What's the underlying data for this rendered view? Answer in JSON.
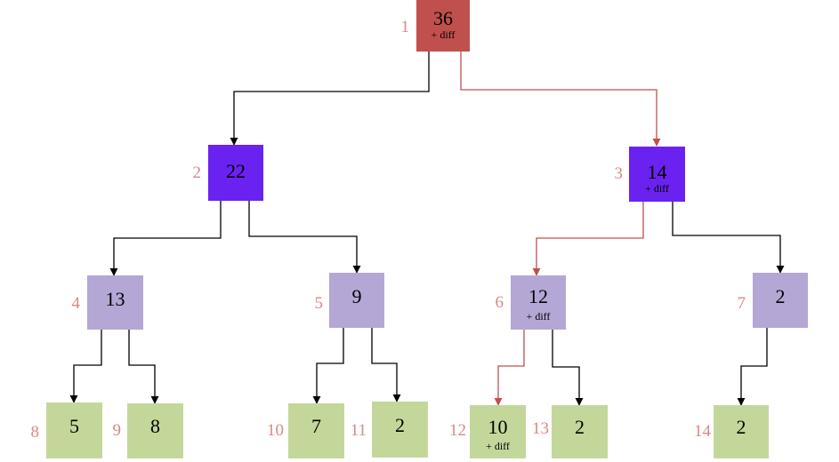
{
  "colors": {
    "root": "#c0504d",
    "level1": "#6a22f0",
    "level2": "#b4a7d6",
    "leaf": "#c4d79b",
    "index_text": "#d98888",
    "edge_normal": "#000000",
    "edge_path": "#c0504d"
  },
  "nodes": [
    {
      "index": "1",
      "value": "36",
      "note": "+ diff"
    },
    {
      "index": "2",
      "value": "22",
      "note": ""
    },
    {
      "index": "3",
      "value": "14",
      "note": "+ diff"
    },
    {
      "index": "4",
      "value": "13",
      "note": ""
    },
    {
      "index": "5",
      "value": "9",
      "note": ""
    },
    {
      "index": "6",
      "value": "12",
      "note": "+ diff"
    },
    {
      "index": "7",
      "value": "2",
      "note": ""
    },
    {
      "index": "8",
      "value": "5",
      "note": ""
    },
    {
      "index": "9",
      "value": "8",
      "note": ""
    },
    {
      "index": "10",
      "value": "7",
      "note": ""
    },
    {
      "index": "11",
      "value": "2",
      "note": ""
    },
    {
      "index": "12",
      "value": "10",
      "note": "+ diff"
    },
    {
      "index": "13",
      "value": "2",
      "note": ""
    },
    {
      "index": "14",
      "value": "2",
      "note": ""
    }
  ],
  "edges": [
    {
      "from": "1",
      "to": "2",
      "highlight": false
    },
    {
      "from": "1",
      "to": "3",
      "highlight": true
    },
    {
      "from": "2",
      "to": "4",
      "highlight": false
    },
    {
      "from": "2",
      "to": "5",
      "highlight": false
    },
    {
      "from": "3",
      "to": "6",
      "highlight": true
    },
    {
      "from": "3",
      "to": "7",
      "highlight": false
    },
    {
      "from": "4",
      "to": "8",
      "highlight": false
    },
    {
      "from": "4",
      "to": "9",
      "highlight": false
    },
    {
      "from": "5",
      "to": "10",
      "highlight": false
    },
    {
      "from": "5",
      "to": "11",
      "highlight": false
    },
    {
      "from": "6",
      "to": "12",
      "highlight": true
    },
    {
      "from": "6",
      "to": "13",
      "highlight": false
    },
    {
      "from": "7",
      "to": "14",
      "highlight": false
    }
  ]
}
